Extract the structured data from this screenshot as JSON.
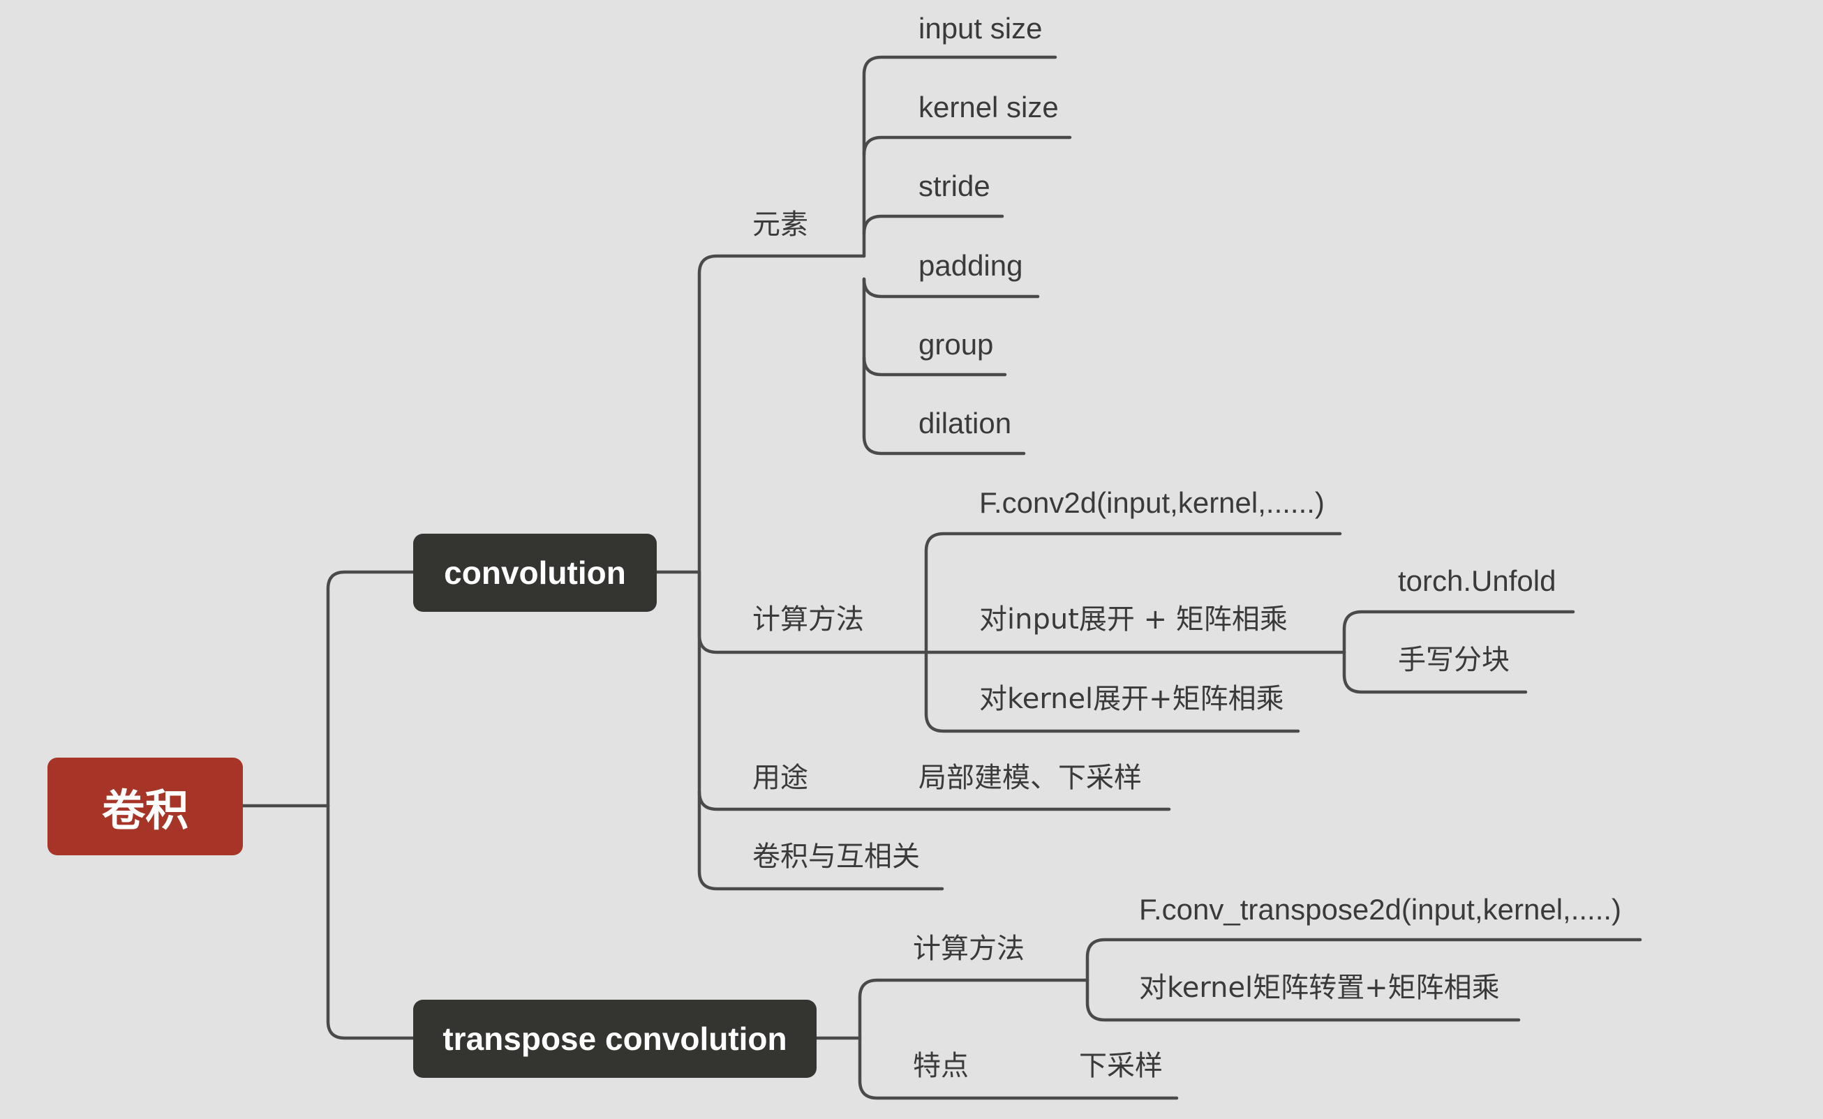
{
  "root": {
    "label": "卷积"
  },
  "convolution": {
    "label": "convolution",
    "elements": {
      "label": "元素",
      "items": [
        "input size",
        "kernel size",
        "stride",
        "padding",
        "group",
        "dilation"
      ]
    },
    "compute": {
      "label": "计算方法",
      "conv2d": "F.conv2d(input,kernel,......)",
      "input_unfold": "对input展开 + 矩阵相乘",
      "unfold_children": [
        "torch.Unfold",
        "手写分块"
      ],
      "kernel_unfold": "对kernel展开+矩阵相乘"
    },
    "usage": {
      "label": "用途",
      "value": "局部建模、下采样"
    },
    "correlation": {
      "label": "卷积与互相关"
    }
  },
  "transpose": {
    "label": "transpose convolution",
    "compute": {
      "label": "计算方法",
      "items": [
        "F.conv_transpose2d(input,kernel,.....)",
        "对kernel矩阵转置+矩阵相乘"
      ]
    },
    "feature": {
      "label": "特点",
      "value": "下采样"
    }
  },
  "colors": {
    "background": "#e2e2e2",
    "root_fill": "#a63527",
    "main_fill": "#343531",
    "line": "#4a4a4a",
    "text": "#3a3a3a"
  }
}
